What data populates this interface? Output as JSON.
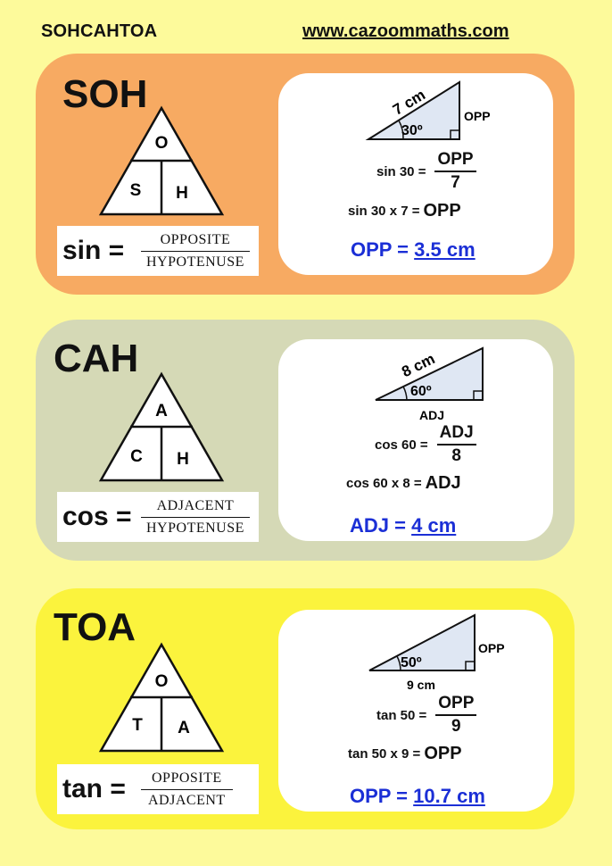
{
  "header": {
    "title": "SOHCAHTOA",
    "url": "www.cazoommaths.com"
  },
  "colors": {
    "background": "#fdfa9b",
    "soh_panel": "#f7aa62",
    "cah_panel": "#d5d9b6",
    "toa_panel": "#fbf33d",
    "answer_blue": "#1b2fd6",
    "triangle_fill": "#dfe7f3"
  },
  "soh": {
    "heading": "SOH",
    "triangle": {
      "top": "O",
      "left": "S",
      "right": "H"
    },
    "formula": {
      "fn": "sin =",
      "numerator": "OPPOSITE",
      "denominator": "HYPOTENUSE"
    },
    "figure": {
      "hyp_label": "7 cm",
      "angle_label": "30º",
      "side_label": "OPP"
    },
    "step1": {
      "lhs": "sin 30 =",
      "num": "OPP",
      "den": "7"
    },
    "step2": {
      "lhs": "sin 30 x 7 =",
      "rhs": "OPP"
    },
    "answer": {
      "label": "OPP =",
      "value": "3.5 cm"
    }
  },
  "cah": {
    "heading": "CAH",
    "triangle": {
      "top": "A",
      "left": "C",
      "right": "H"
    },
    "formula": {
      "fn": "cos =",
      "numerator": "ADJACENT",
      "denominator": "HYPOTENUSE"
    },
    "figure": {
      "hyp_label": "8 cm",
      "angle_label": "60º",
      "side_label": "ADJ"
    },
    "step1": {
      "lhs": "cos 60 =",
      "num": "ADJ",
      "den": "8"
    },
    "step2": {
      "lhs": "cos 60 x 8 =",
      "rhs": "ADJ"
    },
    "answer": {
      "label": "ADJ =",
      "value": "4 cm"
    }
  },
  "toa": {
    "heading": "TOA",
    "triangle": {
      "top": "O",
      "left": "T",
      "right": "A"
    },
    "formula": {
      "fn": "tan =",
      "numerator": "OPPOSITE",
      "denominator": "ADJACENT"
    },
    "figure": {
      "adj_label": "9 cm",
      "angle_label": "50º",
      "side_label": "OPP"
    },
    "step1": {
      "lhs": "tan 50 =",
      "num": "OPP",
      "den": "9"
    },
    "step2": {
      "lhs": "tan 50 x 9 =",
      "rhs": "OPP"
    },
    "answer": {
      "label": "OPP =",
      "value": "10.7 cm"
    }
  }
}
